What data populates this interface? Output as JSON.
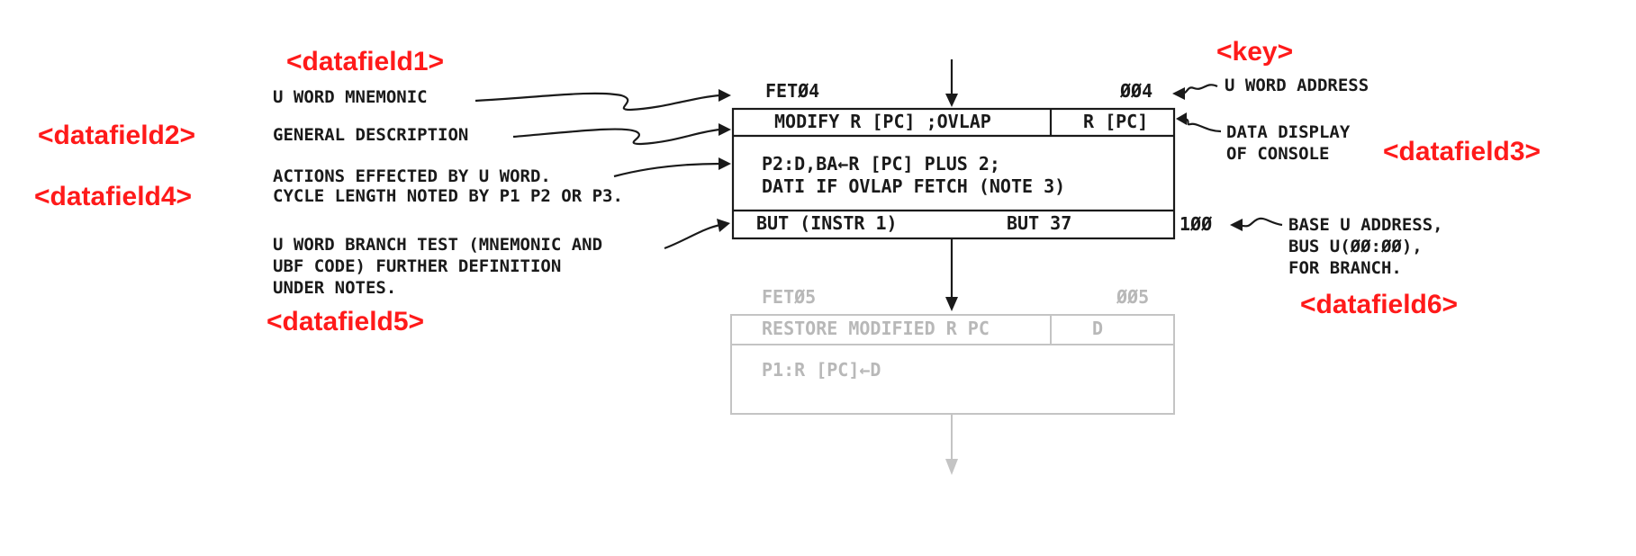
{
  "tags": {
    "datafield1": "<datafield1>",
    "datafield2": "<datafield2>",
    "datafield3": "<datafield3>",
    "datafield4": "<datafield4>",
    "datafield5": "<datafield5>",
    "datafield6": "<datafield6>",
    "key": "<key>"
  },
  "left_notes": {
    "mnemonic": "U WORD MNEMONIC",
    "description": "GENERAL DESCRIPTION",
    "actions_line1": "ACTIONS EFFECTED BY U WORD.",
    "actions_line2": "CYCLE LENGTH NOTED BY P1 P2 OR P3.",
    "branch_line1": "U WORD BRANCH TEST (MNEMONIC AND",
    "branch_line2": "UBF CODE) FURTHER DEFINITION",
    "branch_line3": "UNDER NOTES."
  },
  "right_notes": {
    "address": "U WORD ADDRESS",
    "display_line1": "DATA DISPLAY",
    "display_line2": "OF CONSOLE",
    "base_line1": "BASE U ADDRESS,",
    "base_line2": "BUS U(ØØ:ØØ),",
    "base_line3": "FOR BRANCH."
  },
  "uword1": {
    "mnemonic": "FETØ4",
    "address": "ØØ4",
    "description": "MODIFY R [PC] ;OVLAP",
    "display": "R [PC]",
    "action_line1": "P2:D,BA←R [PC] PLUS 2;",
    "action_line2": "DATI IF OVLAP FETCH (NOTE 3)",
    "branch": "BUT (INSTR 1)",
    "branch_code": "BUT 37",
    "base_address": "1ØØ"
  },
  "uword2": {
    "mnemonic": "FETØ5",
    "address": "ØØ5",
    "description": "RESTORE MODIFIED R PC",
    "display": "D",
    "action_line1": "P1:R [PC]←D"
  }
}
